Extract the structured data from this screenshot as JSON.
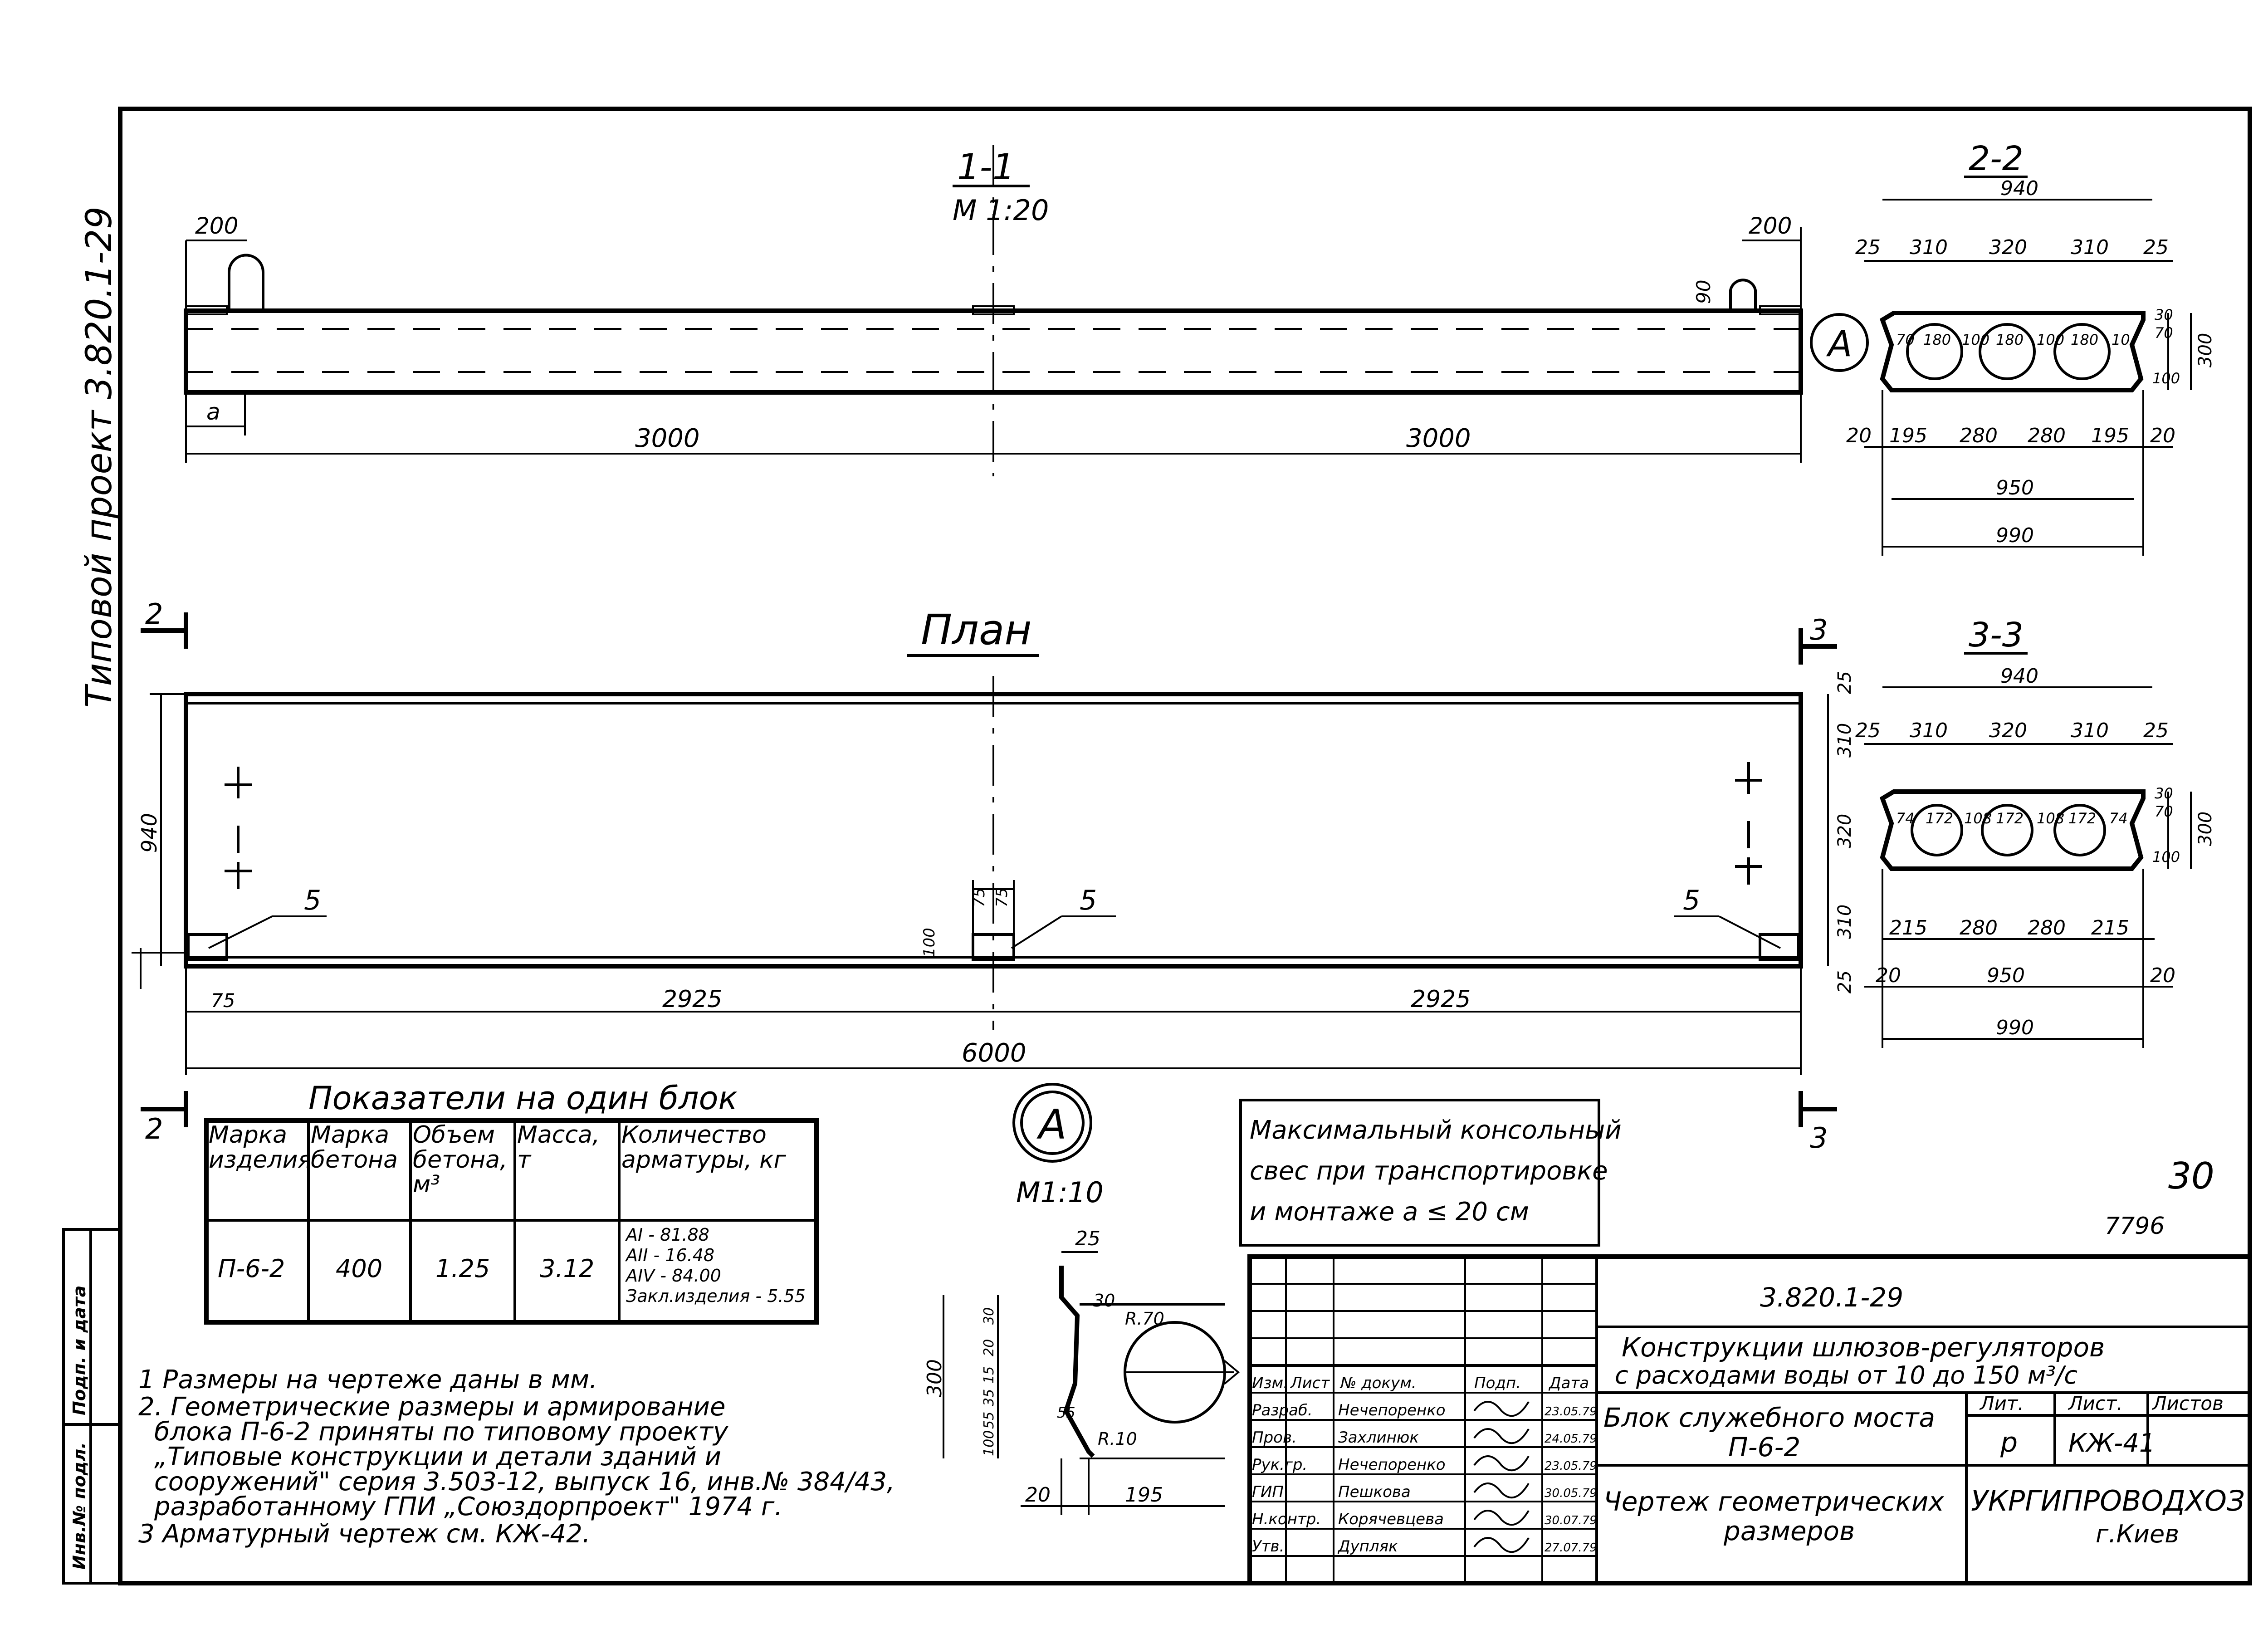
{
  "side_text": {
    "project": "Типовой проект 3.820.1-29",
    "inv_podl": "Инв.№ подл.",
    "podp_data": "Подп. и дата"
  },
  "section_1_1": {
    "title": "1-1",
    "scale": "М 1:20",
    "dims": [
      "200",
      "200",
      "90",
      "a",
      "3000",
      "3000"
    ]
  },
  "section_2_2": {
    "title": "2-2",
    "dims": [
      "940",
      "25",
      "310",
      "320",
      "310",
      "25",
      "70",
      "180",
      "100",
      "180",
      "100",
      "180",
      "10",
      "30",
      "70",
      "100",
      "300",
      "20",
      "195",
      "280",
      "280",
      "195",
      "20",
      "950",
      "990"
    ]
  },
  "section_3_3": {
    "title": "3-3",
    "dims": [
      "940",
      "25",
      "310",
      "320",
      "310",
      "25",
      "74",
      "172",
      "108",
      "172",
      "108",
      "172",
      "74",
      "30",
      "70",
      "100",
      "300",
      "215",
      "280",
      "280",
      "215",
      "20",
      "950",
      "20",
      "990"
    ]
  },
  "plan": {
    "title": "План",
    "dims": [
      "940",
      "25",
      "310",
      "320",
      "310",
      "25",
      "75",
      "75",
      "100",
      "75",
      "2925",
      "2925",
      "6000"
    ],
    "callouts": [
      "5",
      "5",
      "5"
    ],
    "cut_marks": [
      "2",
      "2",
      "3",
      "3"
    ]
  },
  "node_a": {
    "label": "А",
    "scale": "М1:10",
    "dims": [
      "25",
      "30",
      "R.70",
      "R.10",
      "55",
      "300",
      "30",
      "20",
      "15",
      "35",
      "55",
      "100",
      "20",
      "195"
    ]
  },
  "node_a_marker": "А",
  "note_box": {
    "lines": [
      "Максимальный консольный",
      "свес при транспортировке",
      "и монтаже  а ≤ 20 см"
    ]
  },
  "table": {
    "caption": "Показатели на один блок",
    "headers": [
      "Марка изделия",
      "Марка бетона",
      "Объем бетона, м³",
      "Масса, т",
      "Количество арматуры, кг"
    ],
    "row": [
      "П-6-2",
      "400",
      "1.25",
      "3.12"
    ],
    "rebar": [
      "АI - 81.88",
      "АII - 16.48",
      "АIV - 84.00",
      "Закл.изделия - 5.55"
    ]
  },
  "notes": [
    "1  Размеры на чертеже даны в мм.",
    "2.  Геометрические размеры и армирование",
    "блока П-6-2 приняты по типовому проекту",
    "„Типовые конструкции и детали зданий и",
    "сооружений\" серия 3.503-12, выпуск 16, инв.№ 384/43,",
    "разработанному ГПИ „Союздорпроект\" 1974 г.",
    "3 Арматурный   чертеж   см.  КЖ-42."
  ],
  "title_block": {
    "code": "3.820.1-29",
    "project": [
      "Конструкции  шлюзов-регуляторов",
      "с расходами  воды  от  10  до  150 м³/с"
    ],
    "object": [
      "Блок служебного   моста",
      "П-6-2"
    ],
    "sheet_title": [
      "Чертеж геометрических",
      "размеров"
    ],
    "org": [
      "УКРГИПРОВОДХОЗ",
      "г.Киев"
    ],
    "lit_headers": [
      "Лит.",
      "Лист.",
      "Листов"
    ],
    "lit_values": [
      "р",
      "КЖ-41",
      ""
    ],
    "col_headers": [
      "Изм.",
      "Лист",
      "№ докум.",
      "Подп.",
      "Дата"
    ],
    "people": [
      {
        "role": "Разраб.",
        "name": "Нечепоренко",
        "date": "23.05.79"
      },
      {
        "role": "Пров.",
        "name": "Захлинюк",
        "date": "24.05.79"
      },
      {
        "role": "Рук.гр.",
        "name": "Нечепоренко",
        "date": "23.05.79"
      },
      {
        "role": "ГИП",
        "name": "Пешкова",
        "date": "30.05.79"
      },
      {
        "role": "Н.контр.",
        "name": "Корячевцева",
        "date": "30.07.79"
      },
      {
        "role": "Утв.",
        "name": "Дупляк",
        "date": "27.07.79"
      }
    ]
  },
  "corner_marks": [
    "30",
    "7796"
  ]
}
